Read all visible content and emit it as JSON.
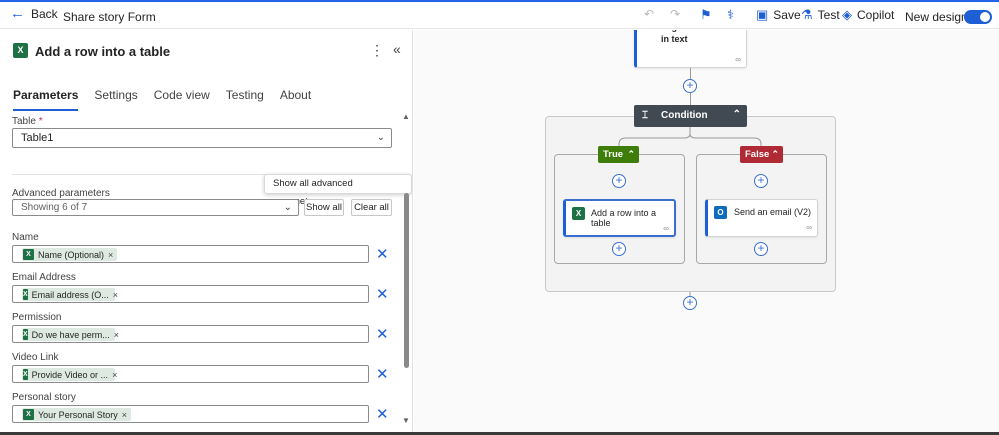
{
  "topbar": {
    "back_label": "Back",
    "flow_name": "Share story Form",
    "save_label": "Save",
    "test_label": "Test",
    "copilot_label": "Copilot",
    "new_designer_label": "New designer",
    "new_designer_on": true
  },
  "panel": {
    "title": "Add a row into a table",
    "tabs": [
      "Parameters",
      "Settings",
      "Code view",
      "Testing",
      "About"
    ],
    "active_tab": "Parameters",
    "table_label": "Table",
    "table_required_mark": "*",
    "table_value": "Table1",
    "advanced_label": "Advanced parameters",
    "advanced_value": "Showing 6 of 7",
    "tooltip": "Show all advanced parameters",
    "show_all": "Show all",
    "clear_all": "Clear all",
    "fields": [
      {
        "label": "Name",
        "token": "Name (Optional)"
      },
      {
        "label": "Email Address",
        "token": "Email address (O..."
      },
      {
        "label": "Permission",
        "token": "Do we have perm..."
      },
      {
        "label": "Video Link",
        "token": "Provide Video or ..."
      },
      {
        "label": "Personal story",
        "token": "Your Personal Story"
      }
    ]
  },
  "canvas": {
    "prev_card_text": "negative sentiment in text",
    "condition_label": "Condition",
    "true_label": "True",
    "false_label": "False",
    "true_action": "Add a row into a table",
    "false_action": "Send an email (V2)"
  },
  "colors": {
    "accent": "#1f5fd6",
    "excel_green": "#1e7145",
    "true_green": "#3f7d0a",
    "false_red": "#b02a35",
    "condition_dark": "#414a53"
  }
}
